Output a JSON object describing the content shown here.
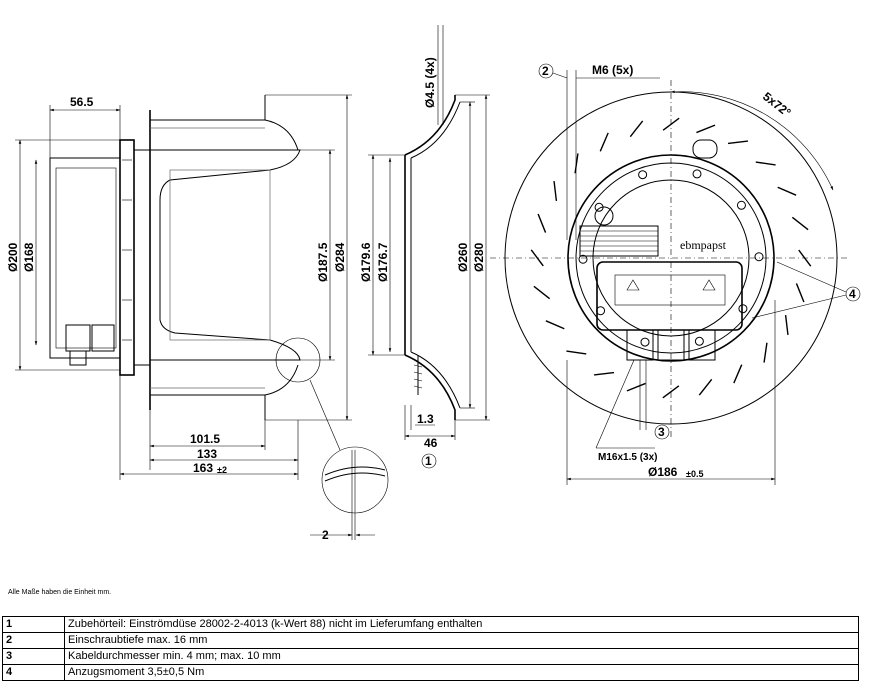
{
  "drawing": {
    "side_view": {
      "dims": {
        "d56_5": "56.5",
        "d200": "Ø200",
        "d168": "Ø168",
        "d187_5": "Ø187.5",
        "d284": "Ø284",
        "d101_5": "101.5",
        "d133": "133",
        "d163": "163",
        "d163_tol": "±2",
        "d2": "2"
      }
    },
    "nozzle_view": {
      "dims": {
        "d4_5": "Ø4.5 (4x)",
        "d179_6": "Ø179.6",
        "d176_7": "Ø176.7",
        "d260": "Ø260",
        "d280": "Ø280",
        "d1_3": "1.3",
        "d46": "46"
      },
      "callout": "1"
    },
    "front_view": {
      "dims": {
        "m6": "M6 (5x)",
        "angle": "5x72°",
        "m16": "M16x1.5 (3x)",
        "d186": "Ø186",
        "d186_tol": "±0.5"
      },
      "callouts": {
        "c2": "2",
        "c3": "3",
        "c4": "4"
      },
      "brand": "ebmpapst"
    }
  },
  "note": "Alle Maße haben die Einheit mm.",
  "legend": [
    {
      "num": "1",
      "text": "Zubehörteil: Einströmdüse 28002-2-4013 (k-Wert 88) nicht im Lieferumfang enthalten"
    },
    {
      "num": "2",
      "text": "Einschraubtiefe max. 16 mm"
    },
    {
      "num": "3",
      "text": "Kabeldurchmesser min. 4 mm; max. 10 mm"
    },
    {
      "num": "4",
      "text": "Anzugsmoment 3,5±0,5 Nm"
    }
  ]
}
